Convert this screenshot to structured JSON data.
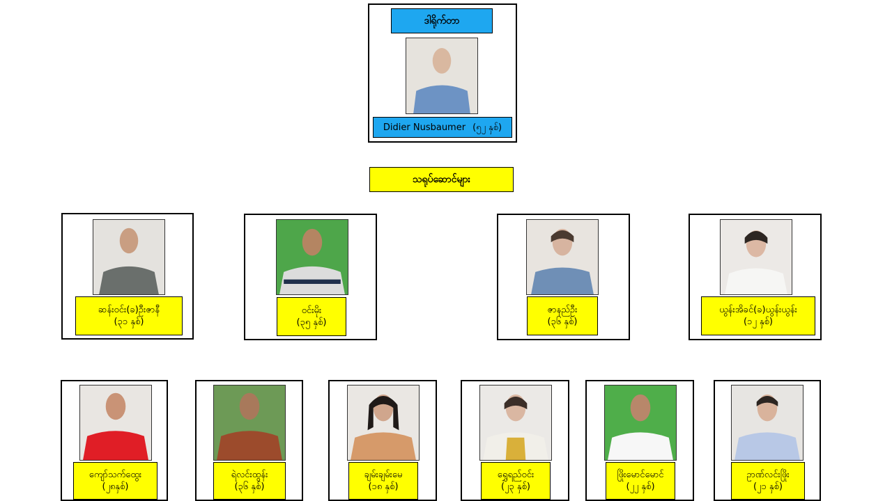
{
  "director": {
    "title": "ဒါရိုက်တာ",
    "name": "Didier Nusbaumer",
    "age": "(၅၂ နှစ်)"
  },
  "section_title": "သရုပ်ဆောင်များ",
  "row1": [
    {
      "name": "ဆန်းဝင်း(ခ)ဦးဇာနီ",
      "age": "(၃၁ နှစ်)"
    },
    {
      "name": "ဝင်းမိုး",
      "age": "(၃၅ နှစ်)"
    },
    {
      "name": "ဇာနည်ဦး",
      "age": "(၃၆ နှစ်)"
    },
    {
      "name": "ယွန်းအိခင်(ခ)ယွန်းယွန်း",
      "age": "(၁၂ နှစ်)"
    }
  ],
  "row2": [
    {
      "name": "ကျော်သက်ထွေး",
      "age": "(၂၈နှစ်)"
    },
    {
      "name": "ရဲလင်းထွန်း",
      "age": "(၃၆ နှစ်)"
    },
    {
      "name": "ချမ်းချမ်းမေ",
      "age": "(၁၈ နှစ်)"
    },
    {
      "name": "ရွှေရည်ဝင်း",
      "age": "(၂၃ နှစ်)"
    },
    {
      "name": "ဖြိုးမောင်မောင်",
      "age": "(၂၂ နှစ်)"
    },
    {
      "name": "ဥာဏ်လင်းဖြိုး",
      "age": "(၂၁ နှစ်)"
    }
  ]
}
